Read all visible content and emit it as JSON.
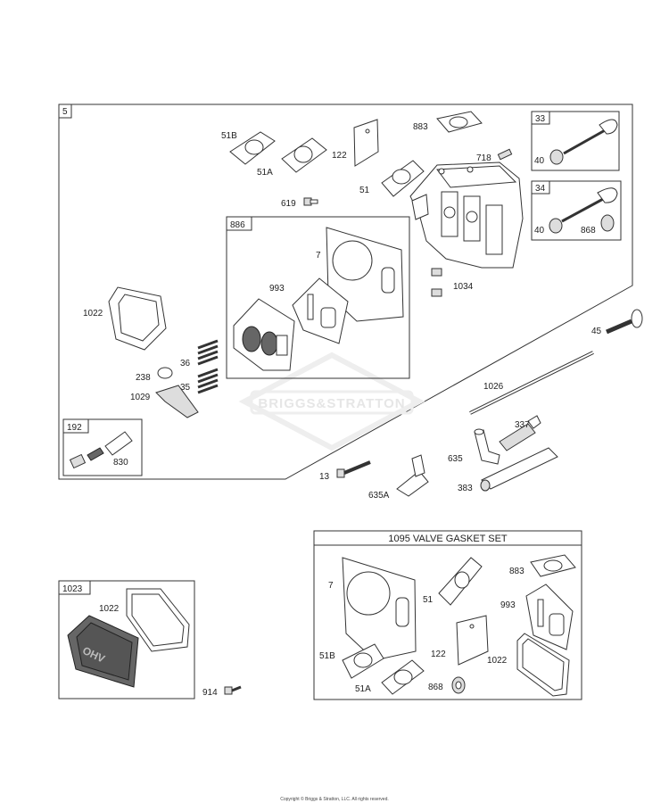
{
  "watermark": "BRIGGS&STRATTON",
  "copyright": "Copyright © Briggs & Stratton, LLC. All rights reserved.",
  "kit": {
    "title": "1095 VALVE GASKET SET"
  },
  "boxes": {
    "main": "5",
    "b886": "886",
    "b33": "33",
    "b34": "34",
    "b192": "192",
    "b1023": "1023"
  },
  "labels": {
    "l51B": "51B",
    "l51A": "51A",
    "l122": "122",
    "l883": "883",
    "l718": "718",
    "l51": "51",
    "l619": "619",
    "l7": "7",
    "l993": "993",
    "l1034": "1034",
    "l1022": "1022",
    "l36": "36",
    "l238": "238",
    "l35": "35",
    "l1029": "1029",
    "l830": "830",
    "l40a": "40",
    "l40b": "40",
    "l868": "868",
    "l45": "45",
    "l1026": "1026",
    "l337": "337",
    "l635": "635",
    "l13": "13",
    "l635A": "635A",
    "l383": "383",
    "l1022b": "1022",
    "l914": "914",
    "k7": "7",
    "k51": "51",
    "k883": "883",
    "k993": "993",
    "k51B": "51B",
    "k122": "122",
    "k1022": "1022",
    "k51A": "51A",
    "k868": "868"
  }
}
